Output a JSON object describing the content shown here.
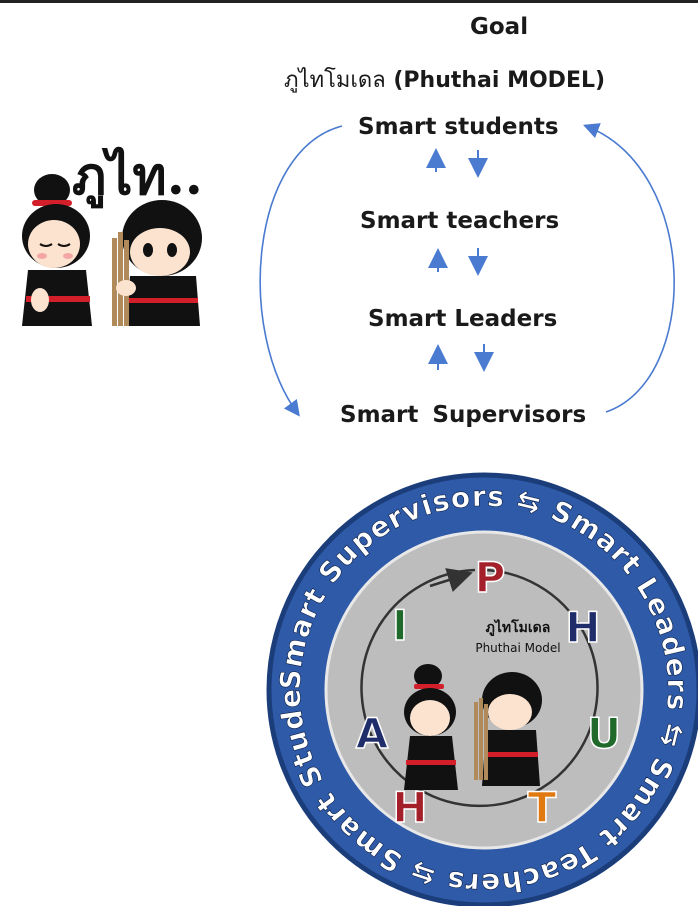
{
  "goal_label": "Goal",
  "model_title_thai": "ภูไทโมเดล",
  "model_title_en": "(Phuthai MODEL)",
  "levels": [
    "Smart students",
    "Smart teachers",
    "Smart Leaders",
    "Smart  Supervisors"
  ],
  "cartoon_caption": "ภูไท..",
  "logo": {
    "ring_text": "Smart Supervisors ⇆ Smart Leaders ⇆ Smart Teachers ⇆ Smart Students ⇆",
    "center_thai": "ภูไทโมเดล",
    "center_en": "Phuthai Model",
    "letters": [
      "P",
      "H",
      "U",
      "T",
      "H",
      "A",
      "I"
    ],
    "letter_colors": [
      "#a3202a",
      "#1f2d6b",
      "#1f6a2a",
      "#e07a10",
      "#a3202a",
      "#1f2d6b",
      "#1f6a2a"
    ],
    "ring_color": "#2e5aa8",
    "inner_color": "#bdbdbd"
  },
  "colors": {
    "arrow": "#4a7bd0"
  }
}
